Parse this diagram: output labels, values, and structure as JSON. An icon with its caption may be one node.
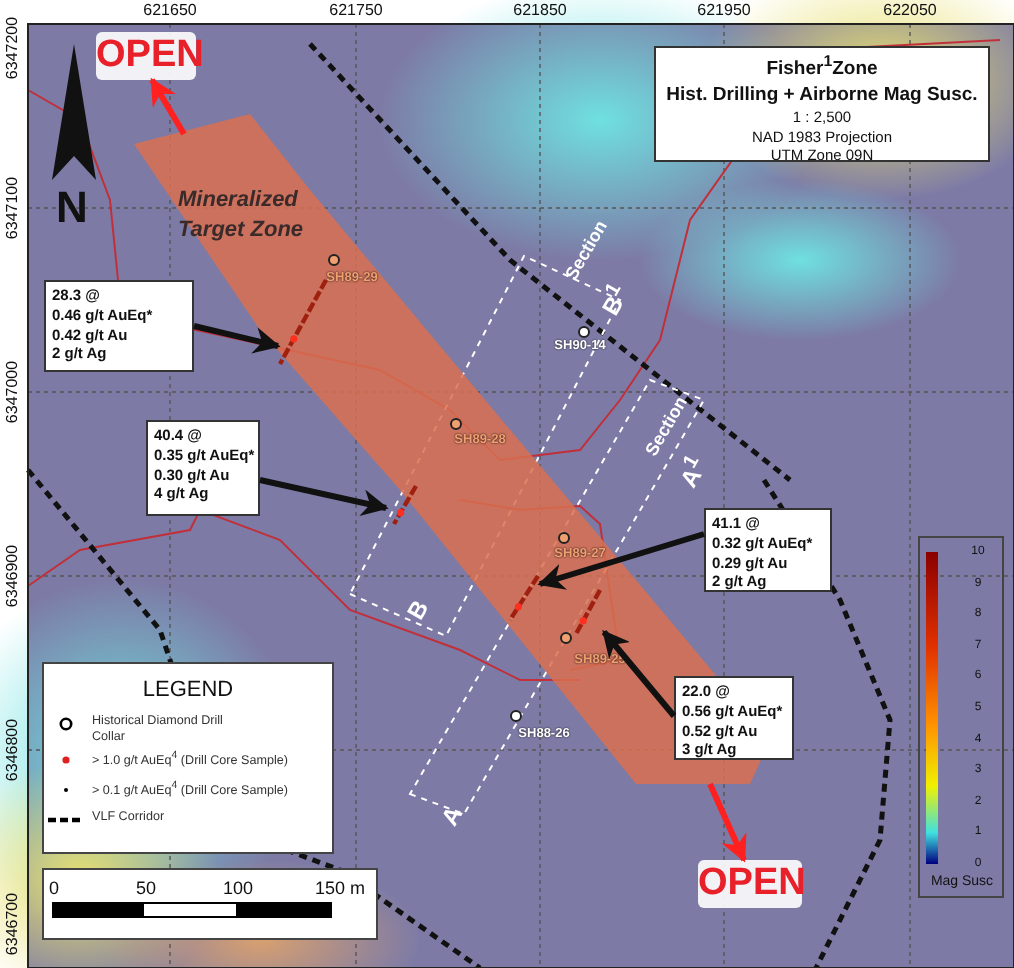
{
  "diagram": {
    "nodes": [
      {
        "text": [
          "Fisher$^{1}$Zone",
          "Hist. Drilling + Airborne Mag Susc.",
          "1 : 2,500",
          "NAD 1983 Projection",
          "UTM Zone 09N"
        ]
      },
      {
        "text": [
          "OPEN"
        ]
      },
      {
        "text": [
          "Mineralized Target Zone"
        ]
      },
      {
        "text": [
          "28.3 @",
          "0.46 g/t AuEq*",
          "0.42 g/t Au",
          "2 g/t Ag"
        ]
      },
      {
        "text": [],
        "shape": "bar",
        "in": 2
      },
      {
        "text": [
          "40.4 @",
          "0.35 g/t AuEq*",
          "0.30 g/t Au",
          "4 g/t Ag"
        ]
      },
      {
        "text": [],
        "shape": "bar",
        "in": 2
      },
      {
        "text": [
          "41.1 @",
          "0.32 g/t AuEq*",
          "0.29 g/t Au",
          "2 g/t Ag"
        ]
      },
      {
        "text": [],
        "shape": "bar",
        "in": 2
      },
      {
        "text": [],
        "shape": "bar",
        "in": 2
      },
      {
        "text": [
          "22.0 @",
          "0.56 g/t AuEq*",
          "0.52 g/t Au",
          "3 g/t Ag"
        ]
      },
      {
        "text": [
          "OPEN"
        ]
      }
    ],
    "edges": [
      {
        "from": 2,
        "to": 1,
        "arrow": "to",
        "color": "#ff2020"
      },
      {
        "from": 3,
        "to": 4,
        "arrow": "to"
      },
      {
        "from": 5,
        "to": 6,
        "arrow": "to"
      },
      {
        "from": 7,
        "to": 8,
        "arrow": "to"
      },
      {
        "from": 10,
        "to": 9,
        "arrow": "to"
      },
      {
        "from": 2,
        "to": 11,
        "arrow": "to",
        "color": "#ff2020"
      }
    ],
    "labels": [
      "621650",
      "621750",
      "621850",
      "621950",
      "622050",
      "6347200",
      "6347100",
      "6347000",
      "6346900",
      "6346800",
      "6346700",
      "N",
      "SH89-29",
      "SH90-14",
      "SH89-28",
      "SH89-27",
      "SH89-25",
      "SH88-26",
      "Section",
      "B$^{1}$",
      "Section",
      "A$^{1}$",
      "B",
      "A",
      "LEGEND",
      "0",
      "50",
      "100",
      "150 m",
      "10",
      "9",
      "8",
      "7",
      "6",
      "5",
      "4",
      "3",
      "2",
      "1",
      "0",
      "Mag Susc"
    ],
    "legend": [
      {
        "text": "Historical Diamond Drill Collar"
      },
      {
        "text": "> 1.0 g/t AuEq$^{4}$ (Drill Core Sample)"
      },
      {
        "text": "> 0.1 g/t AuEq$^{4}$ (Drill Core Sample)"
      },
      {
        "text": "VLF Corridor"
      }
    ]
  }
}
